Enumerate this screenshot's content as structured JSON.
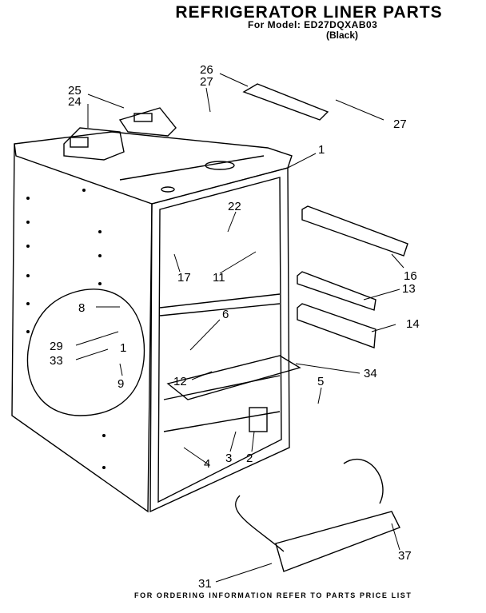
{
  "header": {
    "title": "REFRIGERATOR LINER PARTS",
    "model": "For Model: ED27DQXAB03",
    "color": "(Black)"
  },
  "footer": {
    "text": "FOR ORDERING INFORMATION REFER TO PARTS PRICE LIST"
  },
  "callouts": {
    "p26": "26",
    "p27a": "27",
    "p27b": "27",
    "p25": "25",
    "p24": "24",
    "p1": "1",
    "p22": "22",
    "p17": "17",
    "p11": "11",
    "p16": "16",
    "p13": "13",
    "p14": "14",
    "p8": "8",
    "p6": "6",
    "p29": "29",
    "p33": "33",
    "p1b": "1",
    "p9": "9",
    "p12": "12",
    "p34": "34",
    "p5": "5",
    "p4": "4",
    "p3": "3",
    "p2": "2",
    "p37": "37",
    "p31": "31"
  }
}
